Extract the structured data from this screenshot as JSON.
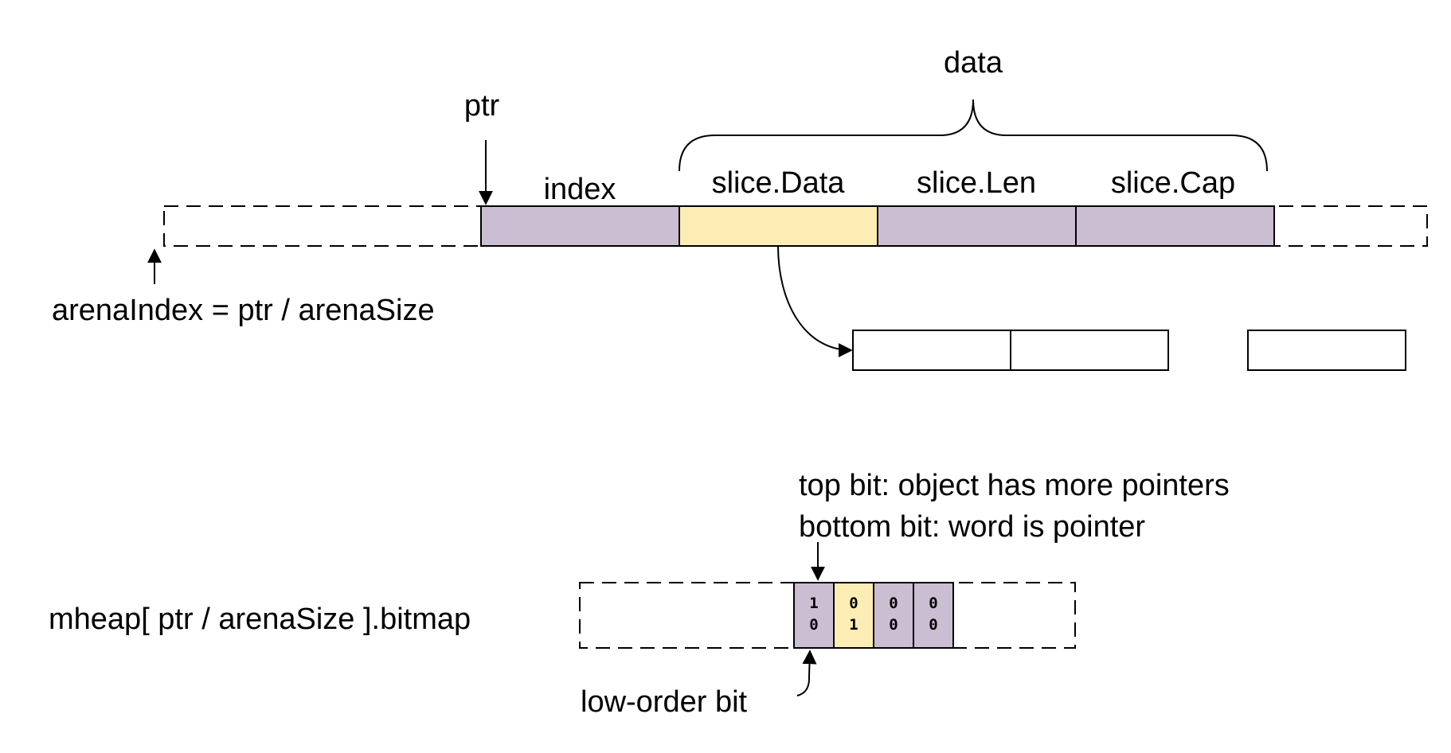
{
  "colors": {
    "purple_cell": "#cbbdd2",
    "yellow_cell": "#fcedb5",
    "stroke": "#000000",
    "background": "#ffffff"
  },
  "labels": {
    "data": "data",
    "ptr": "ptr",
    "index": "index",
    "slice_data": "slice.Data",
    "slice_len": "slice.Len",
    "slice_cap": "slice.Cap",
    "arena_index": "arenaIndex = ptr / arenaSize",
    "bitmap": "mheap[ ptr / arenaSize ].bitmap",
    "top_bit": "top bit: object has more pointers",
    "bottom_bit": "bottom bit: word is pointer",
    "low_order_bit": "low-order bit"
  },
  "bitmap_cells": [
    {
      "top": "1",
      "bottom": "0"
    },
    {
      "top": "0",
      "bottom": "1"
    },
    {
      "top": "0",
      "bottom": "0"
    },
    {
      "top": "0",
      "bottom": "0"
    }
  ]
}
